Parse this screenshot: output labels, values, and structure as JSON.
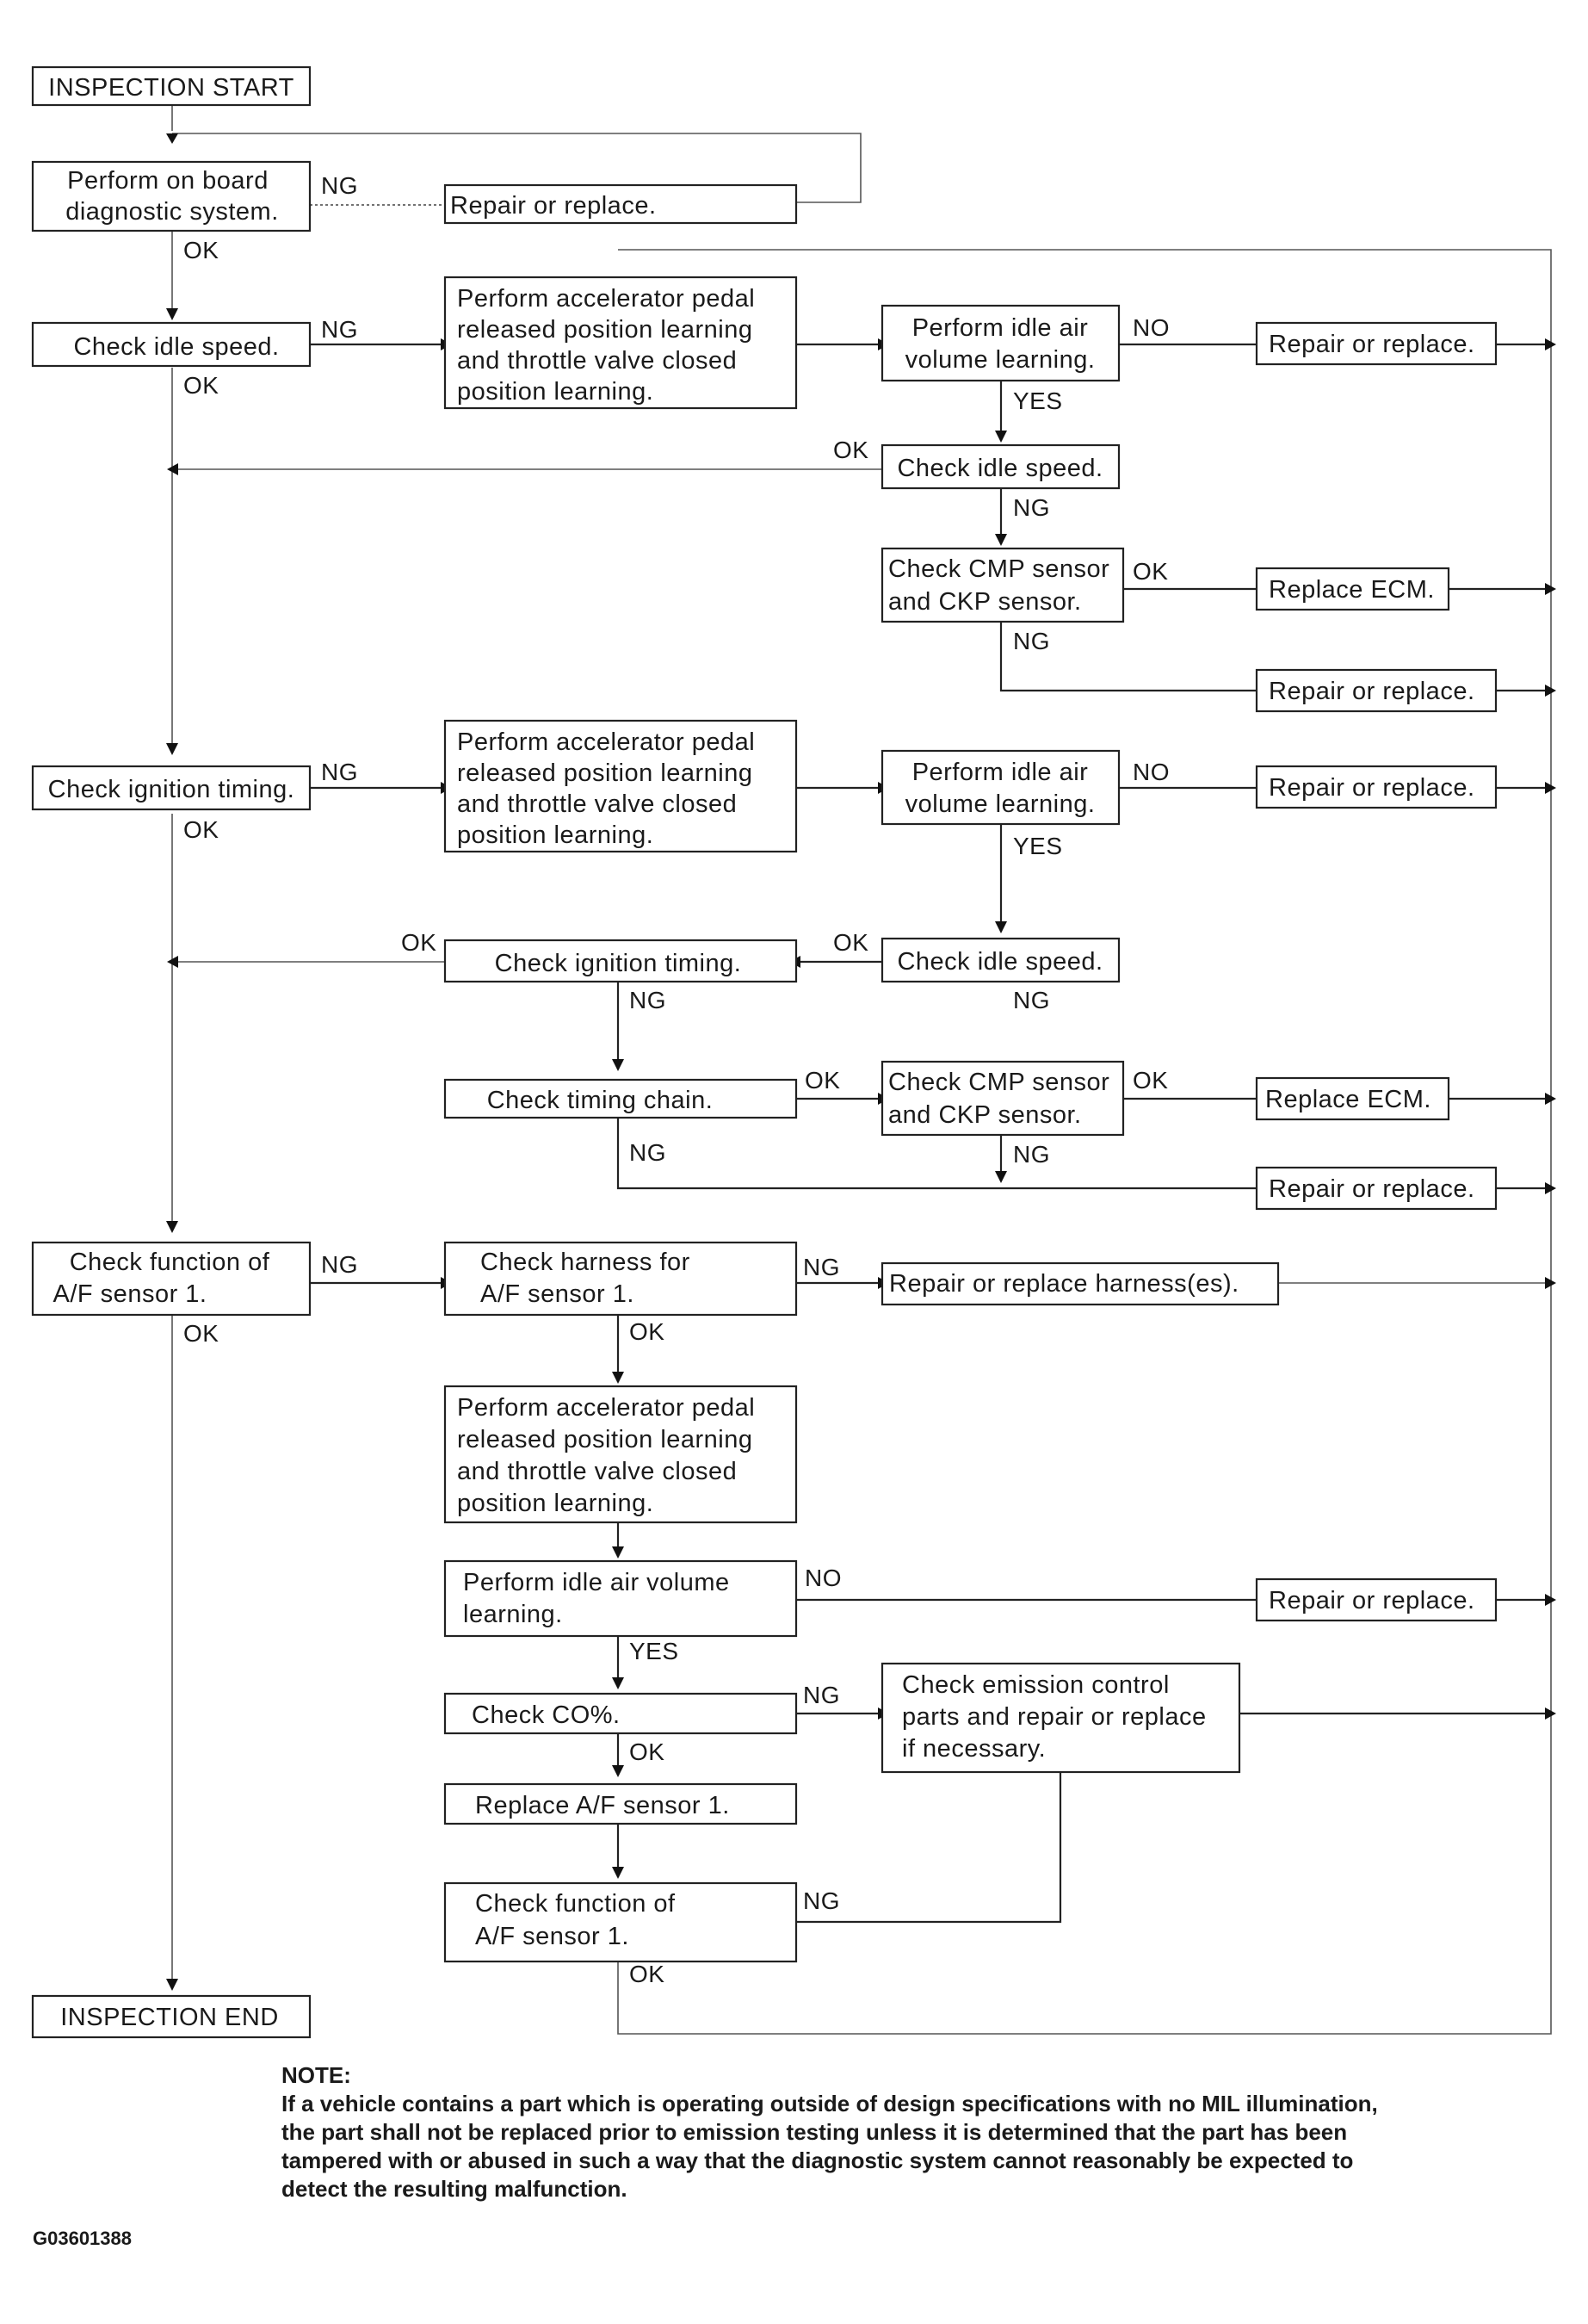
{
  "flowchart": {
    "start": "INSPECTION START",
    "obd_line1": "Perform on board",
    "obd_line2": "diagnostic system.",
    "repair_replace": "Repair or replace.",
    "check_idle_speed": "Check idle speed.",
    "accel_learning": [
      "Perform accelerator pedal",
      "released position learning",
      "and throttle valve closed",
      "position learning."
    ],
    "idle_air_learning_split": [
      "Perform idle air",
      "volume learning."
    ],
    "check_cmp_ckp": [
      "Check CMP sensor",
      "and CKP sensor."
    ],
    "replace_ecm": "Replace ECM.",
    "check_ignition_timing": "Check ignition timing.",
    "check_timing_chain": "Check timing chain.",
    "check_af_function": [
      "Check function of",
      "A/F sensor 1."
    ],
    "check_af_harness": [
      "Check harness for",
      "A/F sensor 1."
    ],
    "repair_harness": "Repair or replace harness(es).",
    "idle_air_learning_wide": [
      "Perform idle air volume",
      "learning."
    ],
    "check_co": "Check CO%.",
    "emission_parts": [
      "Check emission control",
      "parts and repair or replace",
      "if necessary."
    ],
    "replace_af": "Replace A/F sensor 1.",
    "end": "INSPECTION END"
  },
  "labels": {
    "ok": "OK",
    "ng": "NG",
    "yes": "YES",
    "no": "NO"
  },
  "note": {
    "heading": "NOTE:",
    "lines": [
      "If a vehicle contains a part which is operating outside of design specifications with no MIL illumination,",
      "the part shall not be replaced prior to emission testing unless it is determined that the part has been",
      "tampered with or abused in such a way that the diagnostic system cannot reasonably be expected to",
      "detect the resulting malfunction."
    ]
  },
  "figure_code": "G03601388"
}
